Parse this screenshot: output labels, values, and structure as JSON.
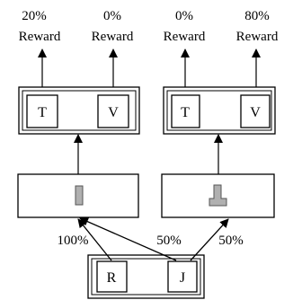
{
  "top_labels": {
    "left_left": {
      "pct": "20%",
      "word": "Reward"
    },
    "left_right": {
      "pct": "0%",
      "word": "Reward"
    },
    "right_left": {
      "pct": "0%",
      "word": "Reward"
    },
    "right_right": {
      "pct": "80%",
      "word": "Reward"
    }
  },
  "boxes": {
    "top_left": {
      "left": "T",
      "right": "V"
    },
    "top_right": {
      "left": "T",
      "right": "V"
    },
    "bottom": {
      "left": "R",
      "right": "J"
    }
  },
  "arrow_labels": {
    "r_to_left": "100%",
    "j_to_left": "50%",
    "j_to_right": "50%"
  },
  "colors": {
    "stroke": "#000000",
    "cue_fill": "#b0b0b0",
    "cue_stroke": "#555555"
  },
  "icons": {
    "left_middle": "vertical-bar-icon",
    "right_middle": "t-shape-icon"
  }
}
